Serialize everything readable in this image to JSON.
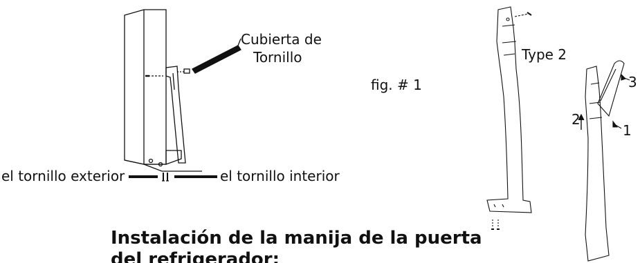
{
  "labels": {
    "screw_cover_line1": "Cubierta de",
    "screw_cover_line2": "Tornillo",
    "fig_label": "fig. # 1",
    "type_label": "Type 2",
    "outer_screw": "el tornillo exterior",
    "inner_screw": "el tornillo interior",
    "step_1": "1",
    "step_2": "2",
    "step_3": "3"
  },
  "heading": {
    "line1": "Instalación de la manija de la puerta",
    "line2": "del refrigerador:"
  },
  "colors": {
    "ink": "#111111",
    "background": "#ffffff"
  }
}
